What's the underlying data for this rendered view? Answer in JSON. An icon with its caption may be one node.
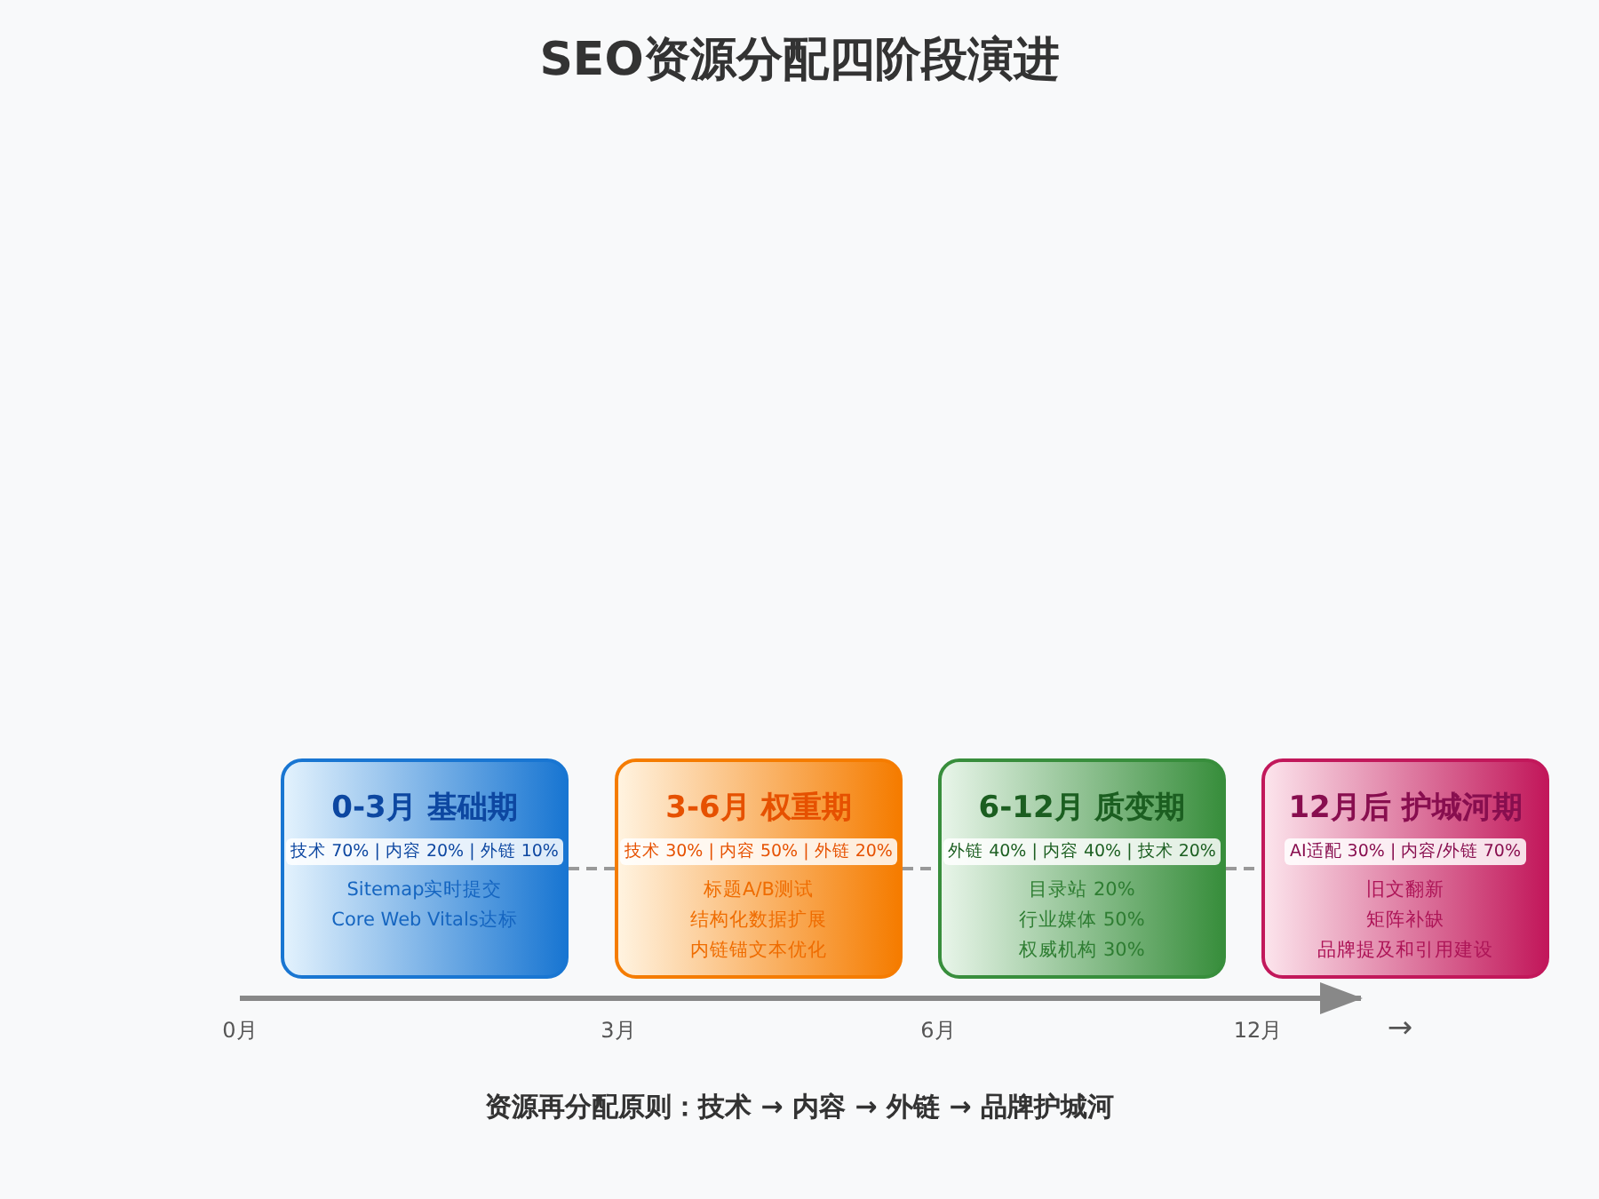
{
  "diagram": {
    "title": "SEO资源分配四阶段演进",
    "caption": "资源再分配原则：技术 → 内容 → 外链 → 品牌护城河",
    "nodes": [
      {
        "text": [
          "0-3月 基础期",
          "技术 70% | 内容 20% | 外链 10%",
          "Sitemap实时提交",
          "Core Web Vitals达标"
        ]
      },
      {
        "text": [
          "3-6月 权重期",
          "技术 30% | 内容 50% | 外链 20%",
          "标题A/B测试",
          "结构化数据扩展",
          "内链锚文本优化"
        ]
      },
      {
        "text": [
          "6-12月 质变期",
          "外链 40% | 内容 40% | 技术 20%",
          "目录站 20%",
          "行业媒体 50%",
          "权威机构 30%"
        ]
      },
      {
        "text": [
          "12月后 护城河期",
          "AI适配 30% | 内容/外链 70%",
          "旧文翻新",
          "矩阵补缺",
          "品牌提及和引用建设"
        ]
      }
    ],
    "edges": [
      {
        "from": 0,
        "to": 1,
        "arrow": "none",
        "style": "dashed"
      },
      {
        "from": 1,
        "to": 2,
        "arrow": "none",
        "style": "dashed"
      },
      {
        "from": 2,
        "to": 3,
        "arrow": "none",
        "style": "dashed"
      }
    ],
    "labels": [
      "0月",
      "3月",
      "6月",
      "12月",
      "→"
    ]
  }
}
